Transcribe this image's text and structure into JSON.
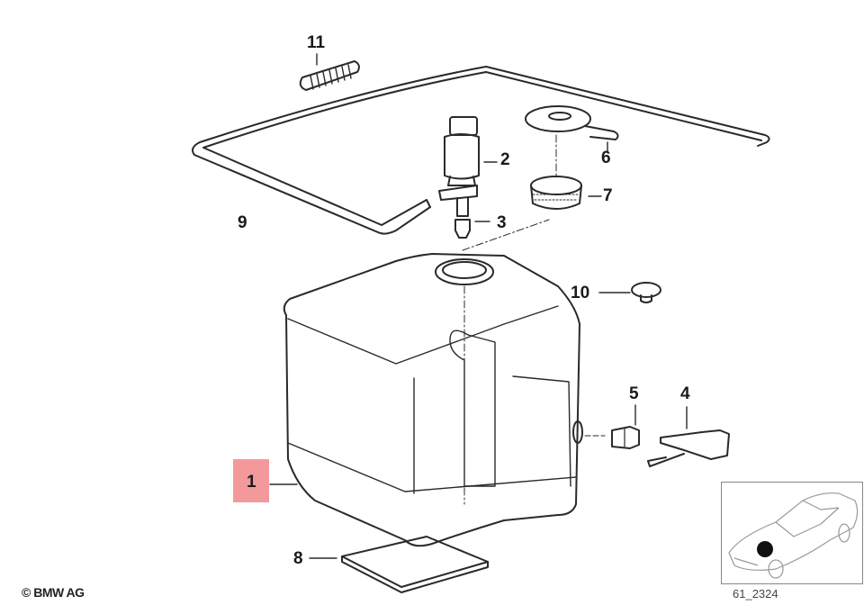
{
  "diagram": {
    "title": "Windshield washer reservoir assembly — exploded parts diagram",
    "callouts": [
      {
        "number": "1",
        "part": "washer-fluid-reservoir",
        "highlighted": true
      },
      {
        "number": "2",
        "part": "washer-pump"
      },
      {
        "number": "3",
        "part": "pump-grommet"
      },
      {
        "number": "4",
        "part": "fluid-level-sensor"
      },
      {
        "number": "5",
        "part": "sensor-grommet"
      },
      {
        "number": "6",
        "part": "reservoir-cap"
      },
      {
        "number": "7",
        "part": "filler-strainer"
      },
      {
        "number": "8",
        "part": "foam-pad"
      },
      {
        "number": "9",
        "part": "washer-hose"
      },
      {
        "number": "10",
        "part": "expanding-rivet"
      },
      {
        "number": "11",
        "part": "hose-sleeve"
      }
    ],
    "highlight_color": "#f4999b"
  },
  "footer": {
    "copyright": "© BMW AG",
    "reference_code": "61_2324"
  },
  "locator": {
    "description": "car outline with location marker at front-left"
  }
}
